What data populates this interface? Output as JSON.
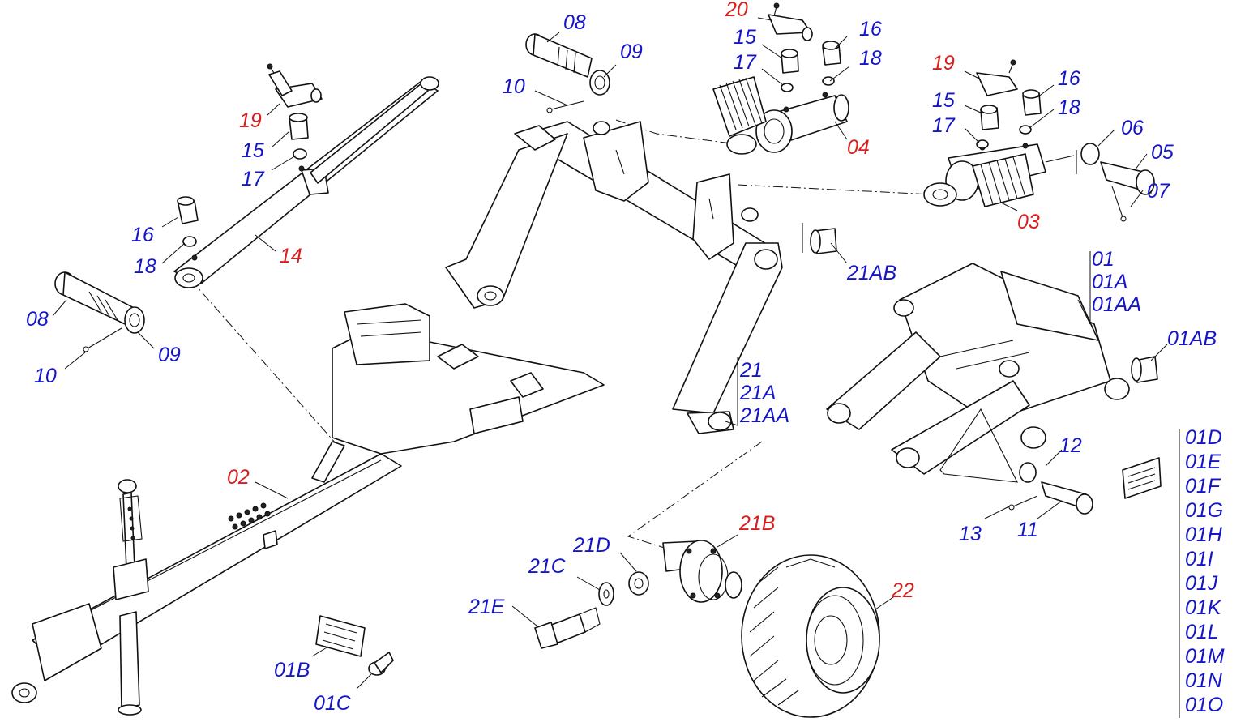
{
  "colors": {
    "reference_blue": "#1515c8",
    "reference_red": "#d81e1e",
    "line": "#111111"
  },
  "labels": {
    "l08a": "08",
    "l09a": "09",
    "l10a": "10",
    "l20": "20",
    "l15a": "15",
    "l17a": "17",
    "l16a": "16",
    "l18a": "18",
    "l04": "04",
    "l19a": "19",
    "l15b": "15",
    "l17b": "17",
    "l16b": "16",
    "l18b": "18",
    "l03": "03",
    "l06": "06",
    "l05": "05",
    "l07": "07",
    "l19b": "19",
    "l15c": "15",
    "l17c": "17",
    "l14": "14",
    "l16c": "16",
    "l18c": "18",
    "l08b": "08",
    "l09b": "09",
    "l10b": "10",
    "l21AB": "21AB",
    "l01ABr": "01AB",
    "l21": "21",
    "l21A": "21A",
    "l21AA": "21AA",
    "l01": "01",
    "l01A": "01A",
    "l01AA": "01AA",
    "l02": "02",
    "l12": "12",
    "l13": "13",
    "l11": "11",
    "l21B": "21B",
    "l21D": "21D",
    "l21C": "21C",
    "l21E": "21E",
    "l22": "22",
    "l01B": "01B",
    "l01C": "01C"
  },
  "right_list": [
    "01D",
    "01E",
    "01F",
    "01G",
    "01H",
    "01I",
    "01J",
    "01K",
    "01L",
    "01M",
    "01N",
    "01O"
  ]
}
